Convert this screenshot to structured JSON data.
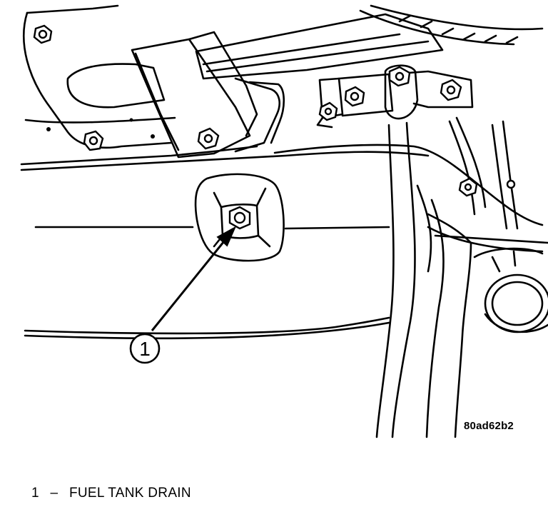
{
  "callout": {
    "number": "1"
  },
  "figure_id": "80ad62b2",
  "legend": [
    {
      "number": "1",
      "separator": "–",
      "label": "FUEL TANK DRAIN"
    }
  ]
}
